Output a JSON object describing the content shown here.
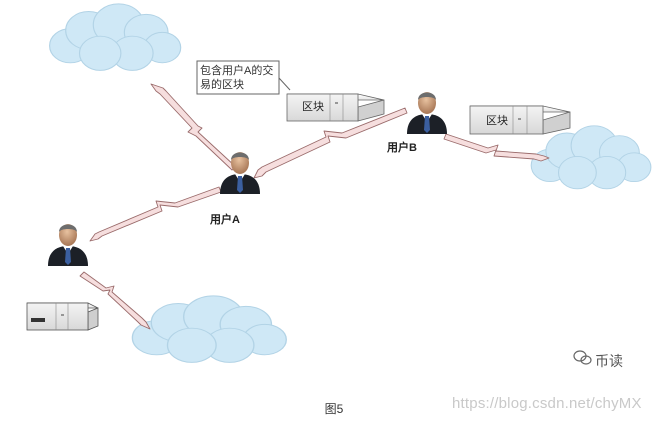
{
  "diagram": {
    "users": [
      {
        "label": "用户A"
      },
      {
        "label": "用户B"
      },
      {
        "label": ""
      }
    ],
    "blocks": [
      {
        "label": "区块"
      },
      {
        "label": "区块"
      },
      {
        "label": ""
      }
    ],
    "callout": "包含用户A的交易的区块",
    "caption": "图5"
  },
  "watermarks": {
    "brand": "币读",
    "url": "https://blog.csdn.net/chyMX"
  },
  "colors": {
    "cloud_fill": "#cfe8f6",
    "cloud_stroke": "#b2d3e6",
    "arrow_fill": "#f6dede",
    "arrow_stroke": "#9a6b6b",
    "suit": "#1c2027",
    "tie": "#3b5fa0"
  }
}
